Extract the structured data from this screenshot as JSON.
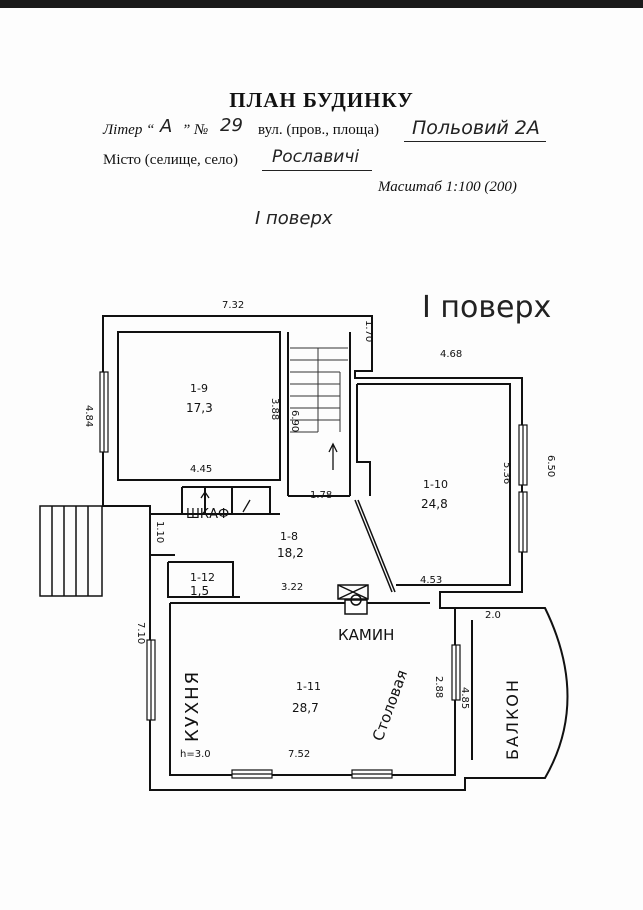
{
  "header": {
    "title": "ПЛАН БУДИНКУ",
    "liter_label": "Літер “",
    "liter_value": "А",
    "number_label": "” №",
    "number_value": "29",
    "street_label": "вул. (пров., площа)",
    "street_value": "Польовий 2А",
    "city_label": "Місто (селище, село)",
    "city_value": "Рославичі",
    "scale": "Масштаб 1:100 (200)"
  },
  "floor_note_small": "I поверх",
  "floor_note_large": "I поверх",
  "rooms": [
    {
      "code": "1-9",
      "area": "17,3"
    },
    {
      "code": "1-10",
      "area": "24,8"
    },
    {
      "code": "1-8",
      "area": "18,2"
    },
    {
      "code": "1-12",
      "area": "1,5"
    },
    {
      "code": "1-11",
      "area": "28,7"
    }
  ],
  "room_labels": {
    "closet": "ШКАФ",
    "fireplace": "КАМИН",
    "kitchen": "КУХНЯ",
    "dining": "Столовая",
    "balcony": "БАЛКОН"
  },
  "dimensions": {
    "top_width": "7.32",
    "stair_width": "1.70",
    "right_top": "4.68",
    "left_height": "4.84",
    "r19_height": "3.88",
    "stair_offset": "6.90",
    "r19_width": "4.45",
    "r110_height": "5.36",
    "r110_outer": "6.50",
    "corridor": "1.78",
    "corridor_left": "1.10",
    "mid_width": "3.22",
    "right_mid": "4.53",
    "kitchen_left": "7.10",
    "balcony_top": "2.0",
    "dining_h": "2.88",
    "balcony_h": "4.85",
    "ceiling": "h=3.0",
    "kitchen_width": "7.52"
  }
}
